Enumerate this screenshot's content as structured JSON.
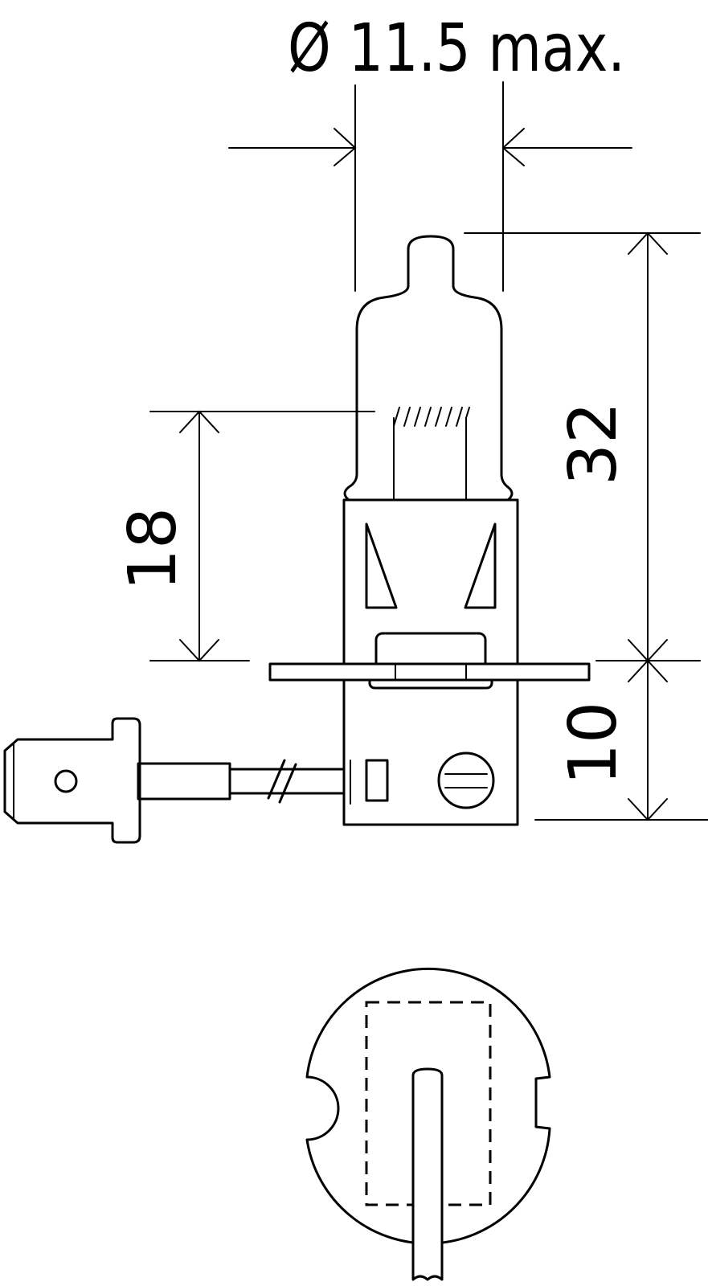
{
  "dimensions": {
    "diameter_label": "Ø 11.5 max.",
    "overall_length": "32",
    "filament_height": "18",
    "base_height": "10"
  }
}
